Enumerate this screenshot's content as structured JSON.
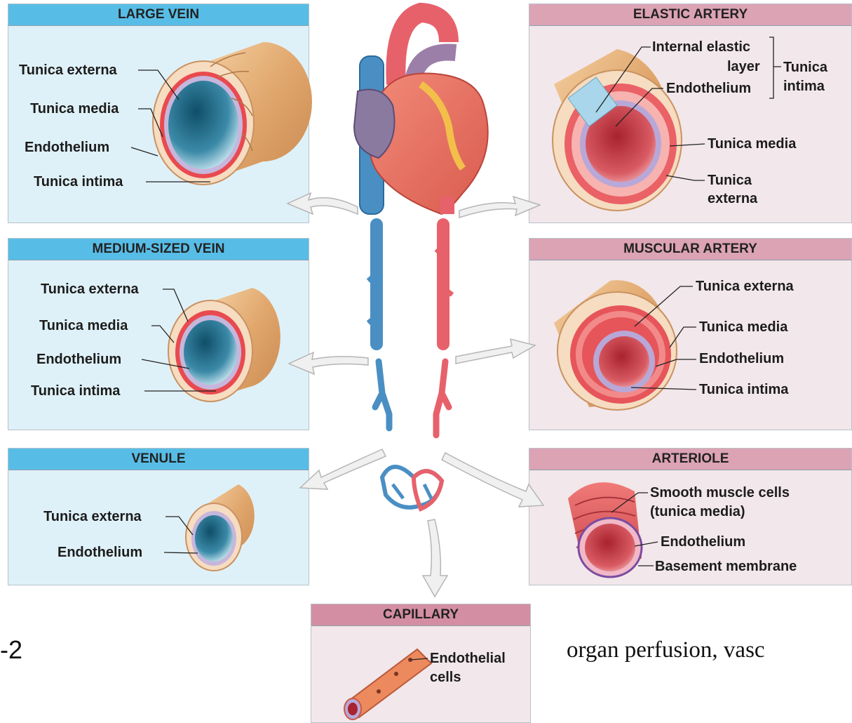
{
  "panels": {
    "large_vein": {
      "title": "LARGE VEIN",
      "labels": [
        "Tunica externa",
        "Tunica media",
        "Endothelium",
        "Tunica intima"
      ]
    },
    "medium_vein": {
      "title": "MEDIUM-SIZED VEIN",
      "labels": [
        "Tunica externa",
        "Tunica media",
        "Endothelium",
        "Tunica intima"
      ]
    },
    "venule": {
      "title": "VENULE",
      "labels": [
        "Tunica externa",
        "Endothelium"
      ]
    },
    "elastic_artery": {
      "title": "ELASTIC ARTERY",
      "labels": [
        "Internal elastic",
        "layer",
        "Endothelium",
        "Tunica",
        "intima",
        "Tunica media",
        "Tunica",
        "externa"
      ]
    },
    "muscular_artery": {
      "title": "MUSCULAR ARTERY",
      "labels": [
        "Tunica externa",
        "Tunica media",
        "Endothelium",
        "Tunica intima"
      ]
    },
    "arteriole": {
      "title": "ARTERIOLE",
      "labels": [
        "Smooth muscle cells",
        "(tunica media)",
        "Endothelium",
        "Basement membrane"
      ]
    },
    "capillary": {
      "title": "CAPILLARY",
      "labels": [
        "Endothelial",
        "cells"
      ]
    }
  },
  "footer_text": "organ perfusion, vasc",
  "figure_number": "-2",
  "colors": {
    "vein_panel": "#dff1f8",
    "vein_header": "#58bde6",
    "artery_panel": "#f2e7ea",
    "artery_header": "#dca3b5",
    "vein_vessel": "#4a8fc4",
    "artery_vessel": "#e2626d"
  }
}
